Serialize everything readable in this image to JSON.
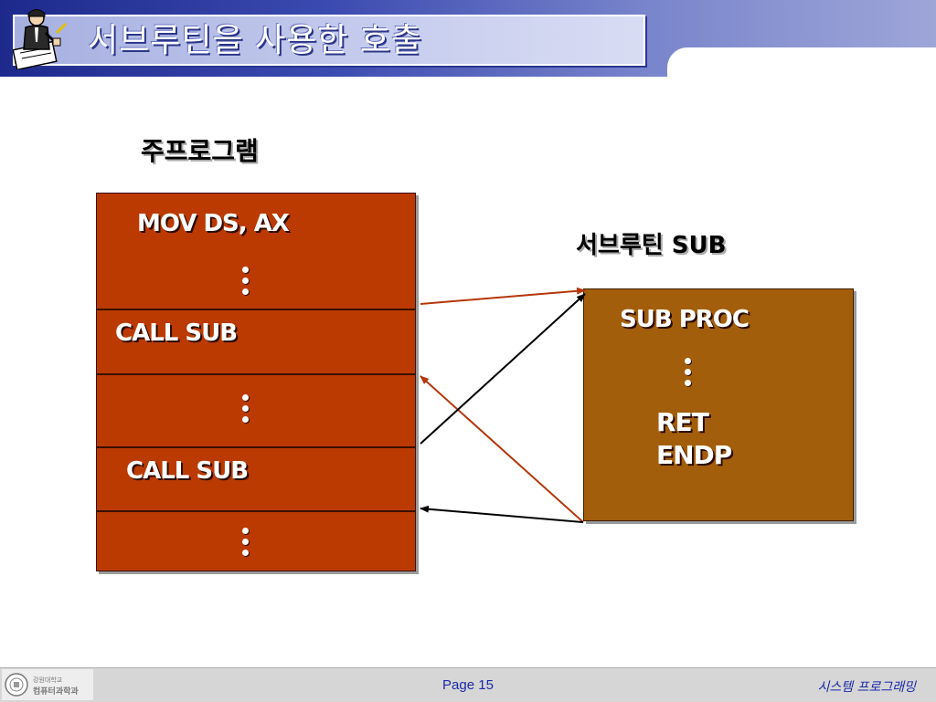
{
  "slide": {
    "title": "서브루틴을 사용한 호출"
  },
  "diagram": {
    "main_program_label": "주프로그램",
    "subroutine_label": "서브루틴 SUB",
    "main_blocks": {
      "mov": "MOV DS, AX",
      "call1": "CALL SUB",
      "call2": "CALL SUB"
    },
    "sub_block": {
      "proc": "SUB PROC",
      "ret": "RET",
      "endp": "ENDP"
    },
    "colors": {
      "main_block": "#bb3a02",
      "sub_block": "#a35e0b",
      "call_arrow_1": "#b5360a",
      "call_arrow_2": "#000000"
    }
  },
  "footer": {
    "logo_text": "강원대학교 컴퓨터과학과",
    "page": "Page 15",
    "course": "시스템  프로그래밍"
  }
}
